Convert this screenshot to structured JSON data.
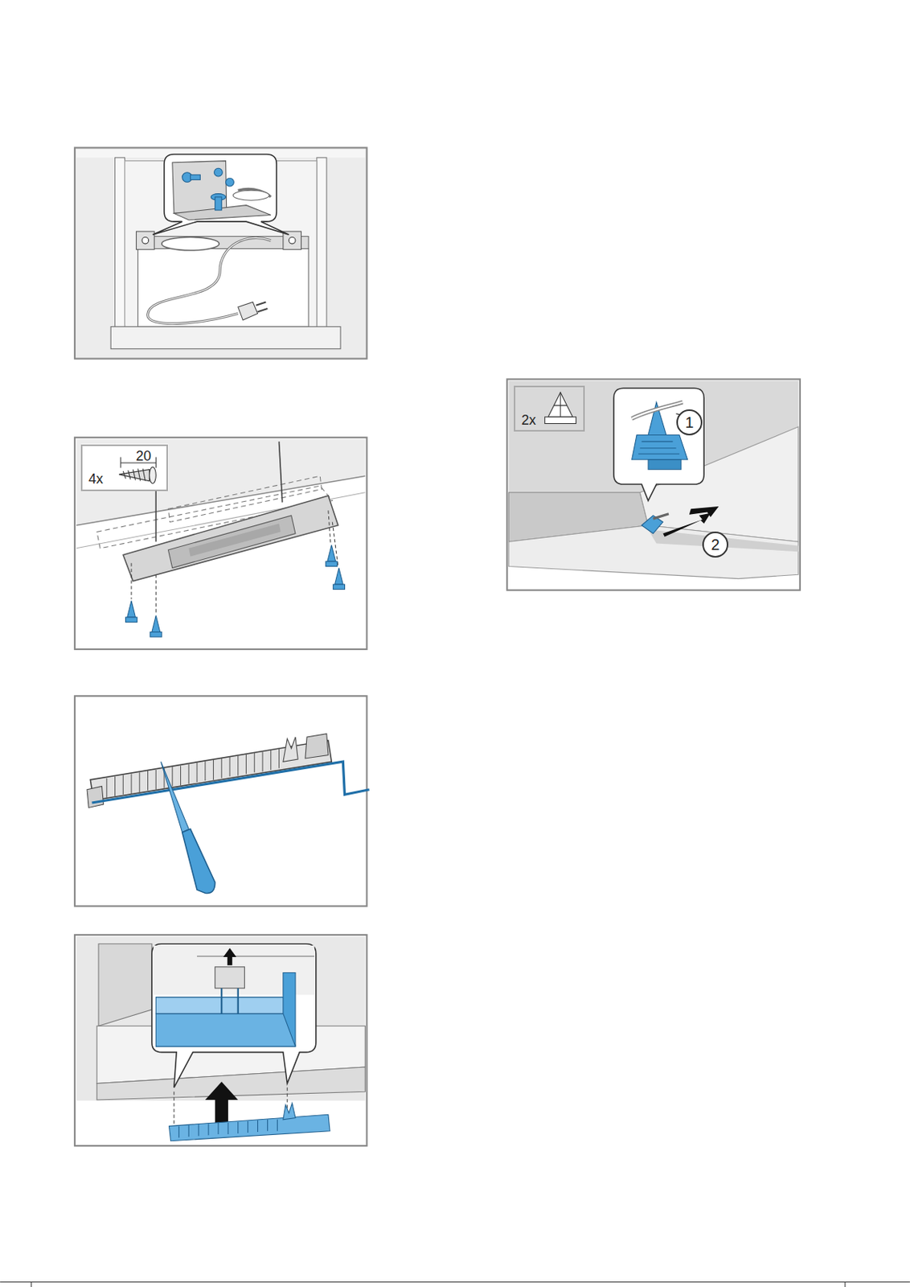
{
  "diagram": {
    "nodes": [
      {
        "text": [
          "20",
          "4x"
        ]
      },
      {
        "text": [
          "2x"
        ]
      },
      {
        "text": [
          "1"
        ]
      },
      {
        "text": [
          "2"
        ]
      }
    ]
  }
}
